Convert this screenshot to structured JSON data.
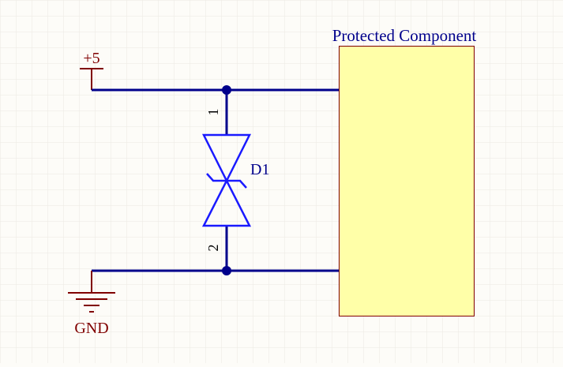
{
  "colors": {
    "background": "#fdfcf8",
    "grid": "#e9e6de",
    "wire": "#00008b",
    "power_symbol": "#800000",
    "diode": "#1a1aff",
    "component_fill": "#ffffa8",
    "component_border": "#800000",
    "component_label": "#00008b"
  },
  "power": {
    "label": "+5",
    "icon": "power-port-bar-icon"
  },
  "ground": {
    "label": "GND",
    "icon": "ground-icon"
  },
  "diode": {
    "designator": "D1",
    "pin_top": "1",
    "pin_bottom": "2",
    "icon": "bidirectional-tvs-diode-icon"
  },
  "component": {
    "label": "Protected Component"
  }
}
